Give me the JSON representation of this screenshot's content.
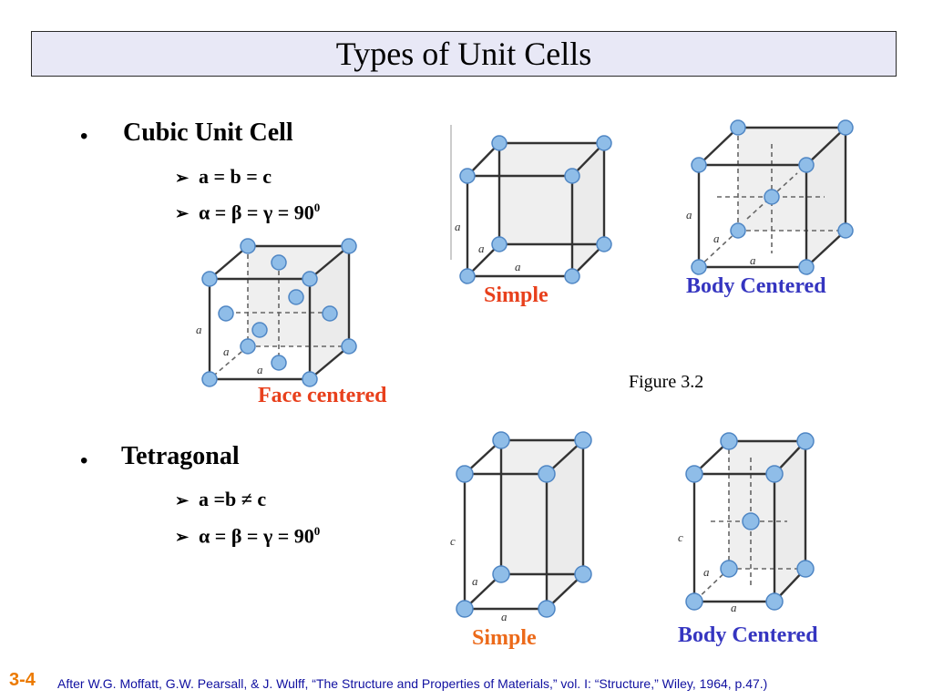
{
  "title": "Types of Unit Cells",
  "cubic": {
    "bullet": "•",
    "heading": "Cubic Unit Cell",
    "arrow_icon": "arrow-bullet-icon",
    "line1": "a = b = c",
    "line2_base": "α = β = γ = 90",
    "line2_sup": "0"
  },
  "tetragonal": {
    "bullet": "•",
    "heading": "Tetragonal",
    "line1": "a =b ≠  c",
    "line2_base": "α = β = γ = 90",
    "line2_sup": "0"
  },
  "figures": {
    "cubic_simple": {
      "caption": "Simple",
      "edge_label": "a"
    },
    "cubic_body": {
      "caption": "Body Centered",
      "edge_label": "a"
    },
    "cubic_face": {
      "caption": "Face centered",
      "edge_label": "a"
    },
    "figure_ref": "Figure 3.2",
    "tet_simple": {
      "caption": "Simple",
      "edge_label_a": "a",
      "edge_label_c": "c"
    },
    "tet_body": {
      "caption": "Body Centered",
      "edge_label_a": "a",
      "edge_label_c": "c"
    }
  },
  "footer": {
    "slide_number": "3-4",
    "citation": "After W.G. Moffatt, G.W. Pearsall, & J. Wulff, “The Structure and Properties of Materials,” vol. I: “Structure,” Wiley, 1964, p.47.)"
  },
  "colors": {
    "atom": "#8fbde8",
    "atom_edge": "#4f86c4",
    "caption_red": "#e8401c",
    "caption_orange": "#ec6a1a",
    "caption_blue": "#3535c0"
  }
}
